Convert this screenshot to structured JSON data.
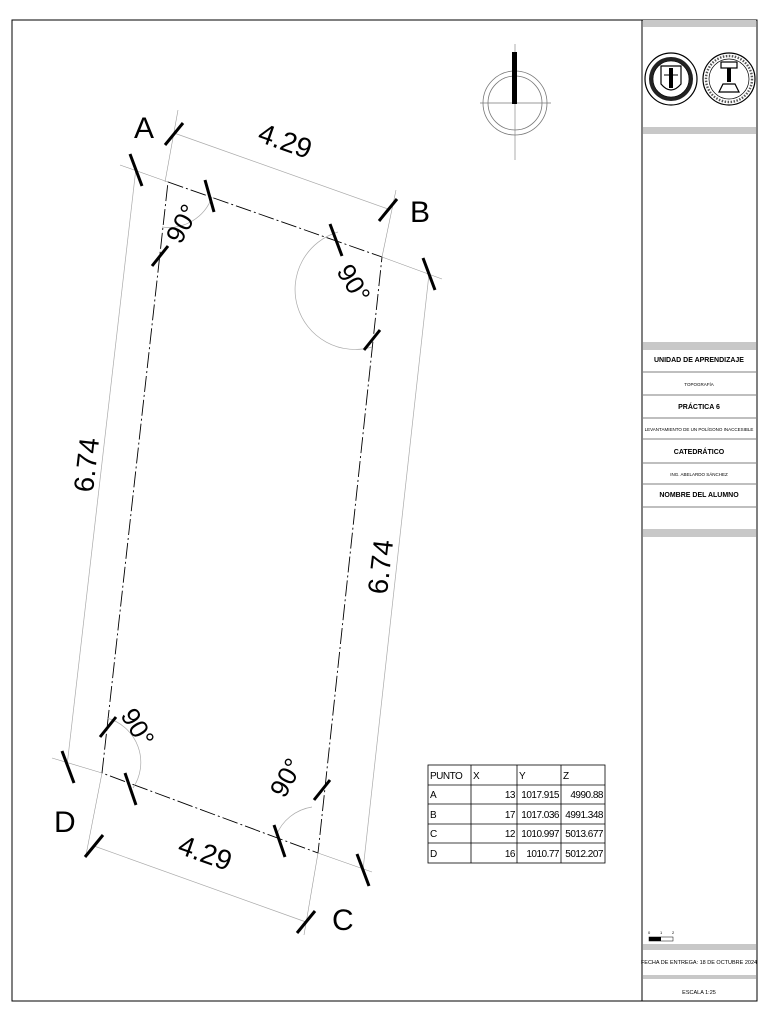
{
  "survey": {
    "points": {
      "a": "A",
      "b": "B",
      "c": "C",
      "d": "D"
    },
    "dimensions": {
      "top": "4.29",
      "bottom": "4.29",
      "left": "6.74",
      "right": "6.74"
    },
    "angles": {
      "a": "90°",
      "b": "90°",
      "c": "90°",
      "d": "90°"
    }
  },
  "coordinate_table": {
    "headers": [
      "PUNTO",
      "X",
      "Y",
      "Z"
    ],
    "rows": [
      [
        "A",
        "13",
        "1017.915",
        "4990.88"
      ],
      [
        "B",
        "17",
        "1017.036",
        "4991.348"
      ],
      [
        "C",
        "12",
        "1010.997",
        "5013.677"
      ],
      [
        "D",
        "16",
        "1010.77",
        "5012.207"
      ]
    ]
  },
  "title_block": {
    "unit_heading": "UNIDAD DE APRENDIZAJE",
    "unit_value": "TOPOGRAFÍA",
    "practice_heading": "PRÁCTICA 6",
    "practice_value": "LEVANTAMIENTO DE UN POLÍGONO INACCESIBLE",
    "teacher_heading": "CATEDRÁTICO",
    "teacher_value": "ING. ABELARDO SÁNCHEZ",
    "student_heading": "NOMBRE DEL ALUMNO",
    "scale_bar_labels": [
      "0",
      "1",
      "2"
    ],
    "delivery_date": "FECHA DE ENTREGA: 18 DE OCTUBRE 2024",
    "scale": "ESCALA 1:25"
  },
  "icons": {
    "north_arrow": "north-arrow-icon",
    "logo_left": "university-seal-icon",
    "logo_right": "faculty-seal-icon"
  }
}
